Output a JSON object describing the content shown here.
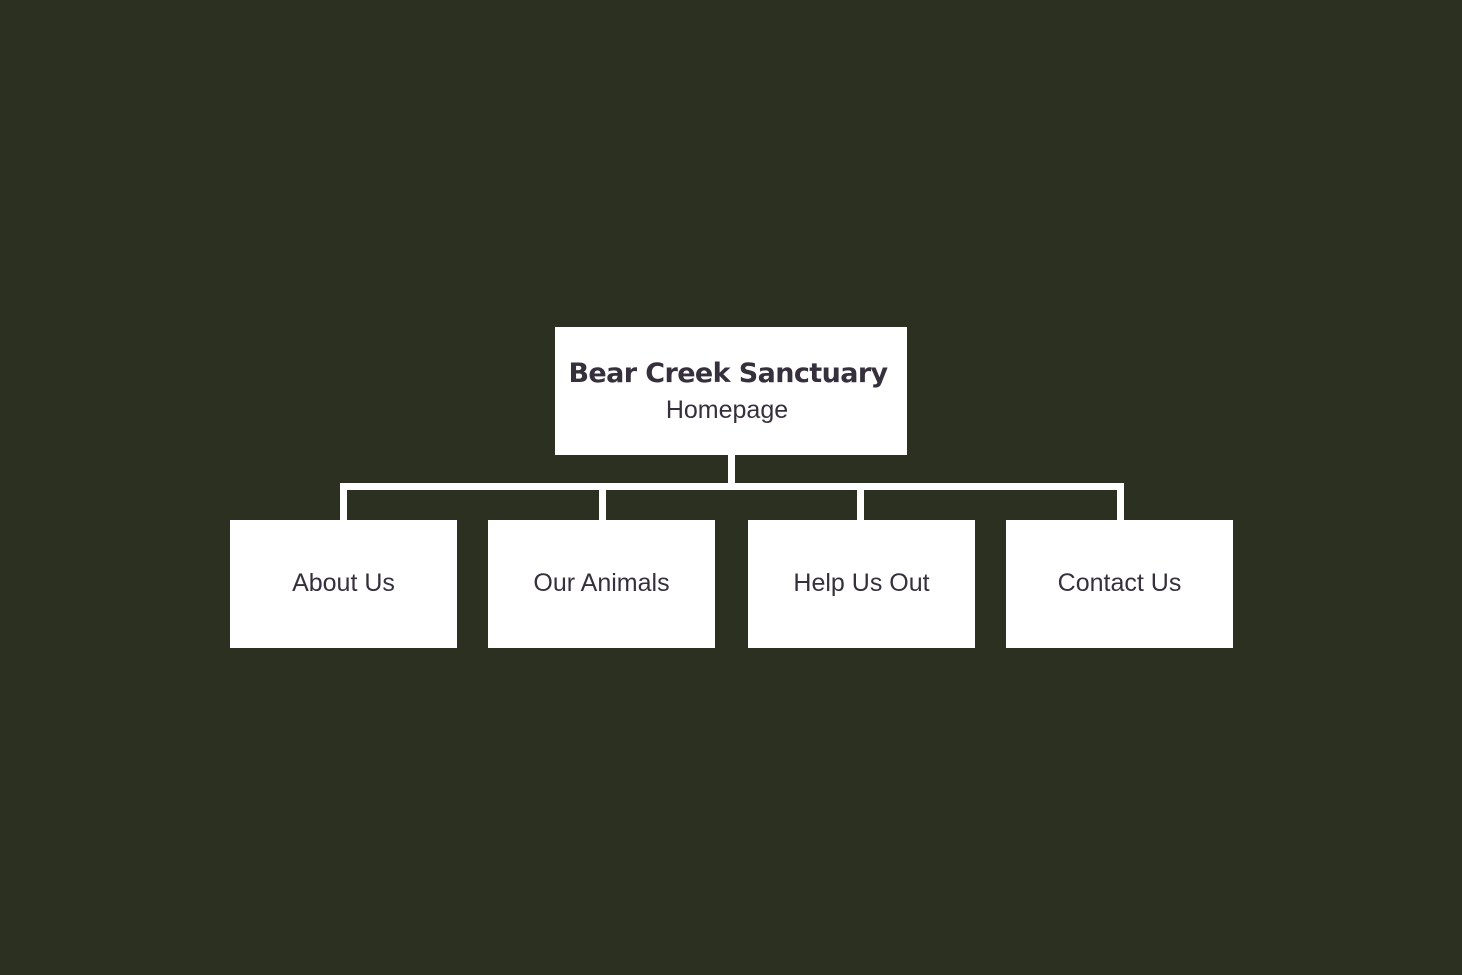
{
  "diagram": {
    "root": {
      "title": "Bear Creek Sanctuary",
      "subtitle": "Homepage"
    },
    "children": [
      {
        "label": "About Us"
      },
      {
        "label": "Our Animals"
      },
      {
        "label": "Help Us Out"
      },
      {
        "label": "Contact Us"
      }
    ]
  },
  "colors": {
    "background": "#2b3020",
    "box": "#ffffff",
    "text": "#36303c",
    "connector": "#ffffff"
  }
}
